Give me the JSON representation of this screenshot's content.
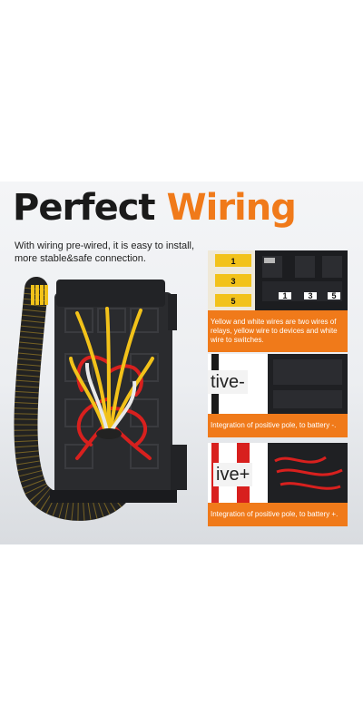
{
  "title": {
    "main": "Perfect",
    "accent": "Wiring"
  },
  "subtitle": "With wiring pre-wired, it is easy to install, more stable&safe connection.",
  "panels": [
    {
      "caption": "Yellow and white wires are two wires of relays, yellow wire to devices and white wire to switches.",
      "wire_tags": [
        "1",
        "3",
        "5"
      ],
      "relay_tags": [
        "1",
        "3",
        "5"
      ]
    },
    {
      "caption": "Integration of positive pole, to battery -.",
      "label": "tive-"
    },
    {
      "caption": "Integration of positive pole, to battery +.",
      "label": "ive+"
    }
  ],
  "colors": {
    "accent": "#f07a1a",
    "wire_red": "#d8201e",
    "wire_yellow": "#f2c21a",
    "housing": "#1e1f22"
  }
}
